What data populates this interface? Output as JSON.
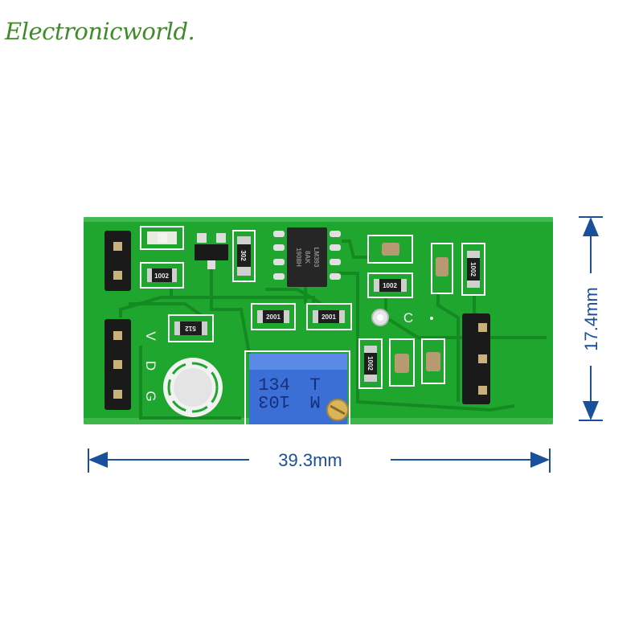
{
  "watermark": "Electronicworld.",
  "dimensions": {
    "width_label": "39.3mm",
    "height_label": "17.4mm"
  },
  "board": {
    "ic_marking": [
      "LM393",
      "8AK",
      "1908H"
    ],
    "resistor_markings": {
      "r_left": "1002",
      "r_top": "302",
      "r_mid1": "2001",
      "r_mid2": "2001",
      "r_512": "512",
      "r_right_top": "1002",
      "r_right_vert": "1002",
      "r_bottom": "1002"
    },
    "pin_labels": [
      "V",
      "D",
      "G"
    ],
    "silk_c": "C",
    "potentiometer": {
      "line1": "134",
      "line1b": "T",
      "line2": "103",
      "line2b": "M"
    }
  },
  "colors": {
    "pcb": "#1fa62e",
    "trace": "#178a24",
    "dimension": "#1a4f9c",
    "watermark": "#3f8b2a"
  }
}
